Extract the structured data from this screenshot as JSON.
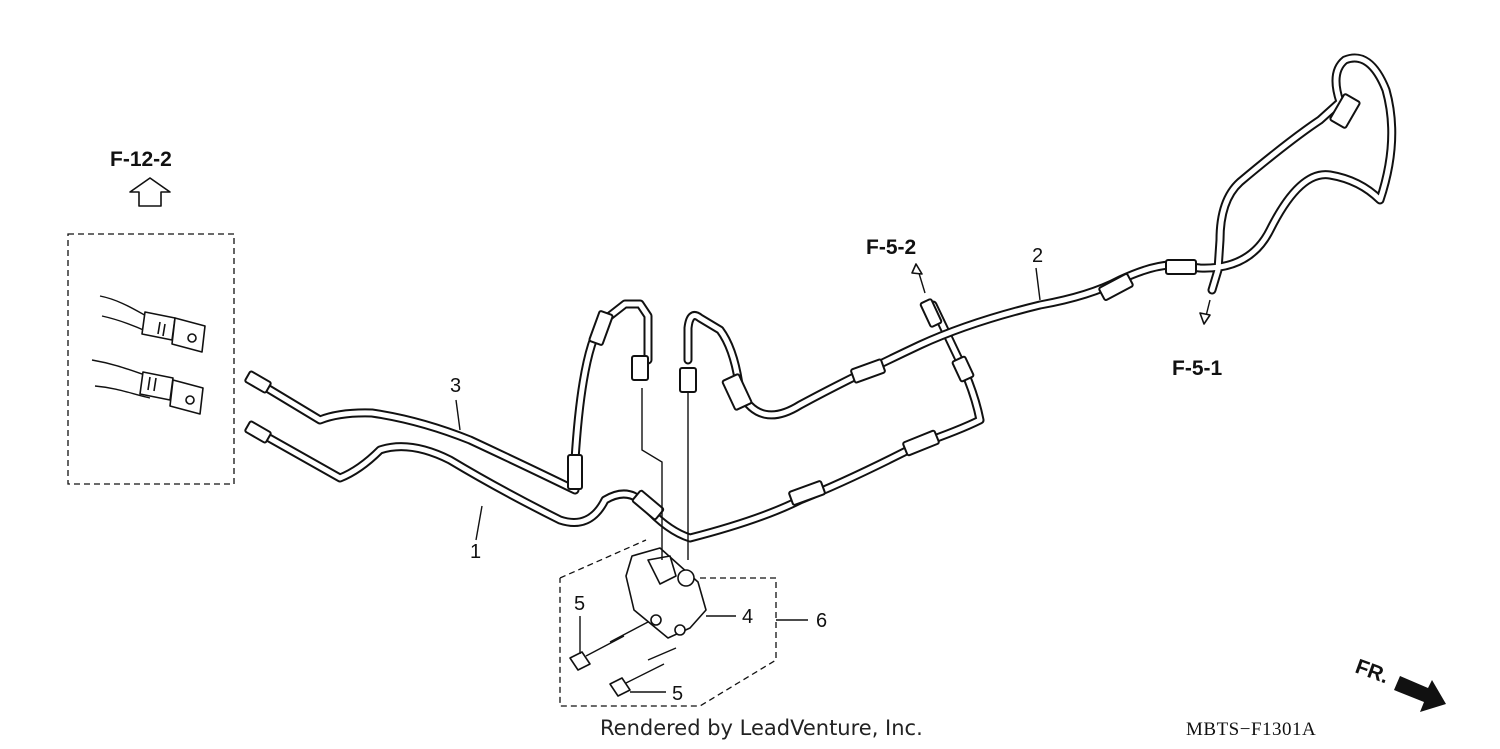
{
  "callouts": {
    "part1": "1",
    "part2": "2",
    "part3": "3",
    "part4": "4",
    "part5a": "5",
    "part5b": "5",
    "part6": "6"
  },
  "references": {
    "top_left": "F-12-2",
    "center": "F-5-2",
    "right": "F-5-1"
  },
  "front_indicator": "FR.",
  "credit": "Rendered by LeadVenture, Inc.",
  "diagram_code": "MBTS−F1301A"
}
